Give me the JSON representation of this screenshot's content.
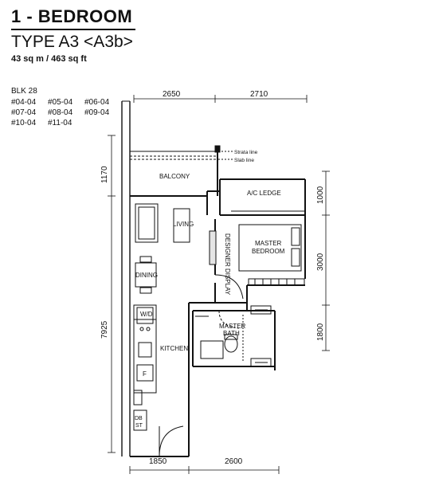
{
  "header": {
    "title": "1 - BEDROOM",
    "type": "TYPE A3 <A3b>",
    "area": "43 sq m / 463 sq ft"
  },
  "block": {
    "name": "BLK 28",
    "units": [
      "#04-04",
      "#05-04",
      "#06-04",
      "#07-04",
      "#08-04",
      "#09-04",
      "#10-04",
      "#11-04"
    ]
  },
  "rooms": {
    "balcony": "BALCONY",
    "ac_ledge": "A/C LEDGE",
    "living": "LIVING",
    "designer_display": "DESIGNER DISPLAY",
    "master_bedroom_1": "MASTER",
    "master_bedroom_2": "BEDROOM",
    "dining": "DINING",
    "wd": "W/D",
    "master_bath_1": "MASTER",
    "master_bath_2": "BATH",
    "kitchen": "KITCHEN",
    "fridge": "F",
    "db_1": "DB",
    "db_2": "ST"
  },
  "legend": {
    "strata_line": "Strata line",
    "slab_line": "Slab line"
  },
  "dimensions": {
    "top_left": "2650",
    "top_right": "2710",
    "left_upper": "1170",
    "left_main": "7925",
    "right_top": "1000",
    "right_mid": "3000",
    "right_bottom": "1800",
    "bottom_left": "1850",
    "bottom_right": "2600"
  }
}
